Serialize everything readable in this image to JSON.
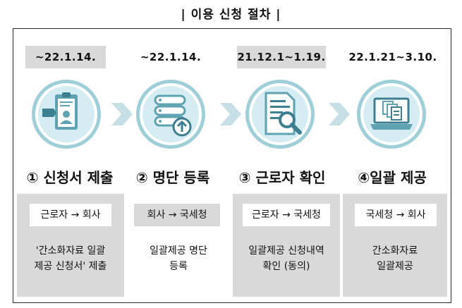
{
  "title": "| 이용 신청 절차 |",
  "colors": {
    "teal": "#5fa3b3",
    "teal_light": "#9ecfd8",
    "grey_panel": "#d9d9d9",
    "chevron": "#c5dfe5"
  },
  "steps": [
    {
      "date": "~22.1.14.",
      "label": "① 신청서 제출",
      "route": "근로자 → 회사",
      "desc": [
        "'간소화자료 일괄",
        "제공 신청서' 제출"
      ],
      "icon": "application-form-icon"
    },
    {
      "date": "~22.1.14.",
      "label": "② 명단 등록",
      "route": "회사 → 국세청",
      "desc": [
        "일괄제공 명단",
        "등록"
      ],
      "icon": "database-upload-icon"
    },
    {
      "date": "21.12.1~1.19.",
      "label": "③ 근로자 확인",
      "route": "근로자 → 국세청",
      "desc": [
        "일괄제공 신청내역",
        "확인 (동의)"
      ],
      "icon": "document-search-icon"
    },
    {
      "date": "22.1.21~3.10.",
      "label": "④일괄 제공",
      "route": "국세청 → 회사",
      "desc": [
        "간소화자료",
        "일괄제공"
      ],
      "icon": "laptop-documents-icon"
    }
  ]
}
